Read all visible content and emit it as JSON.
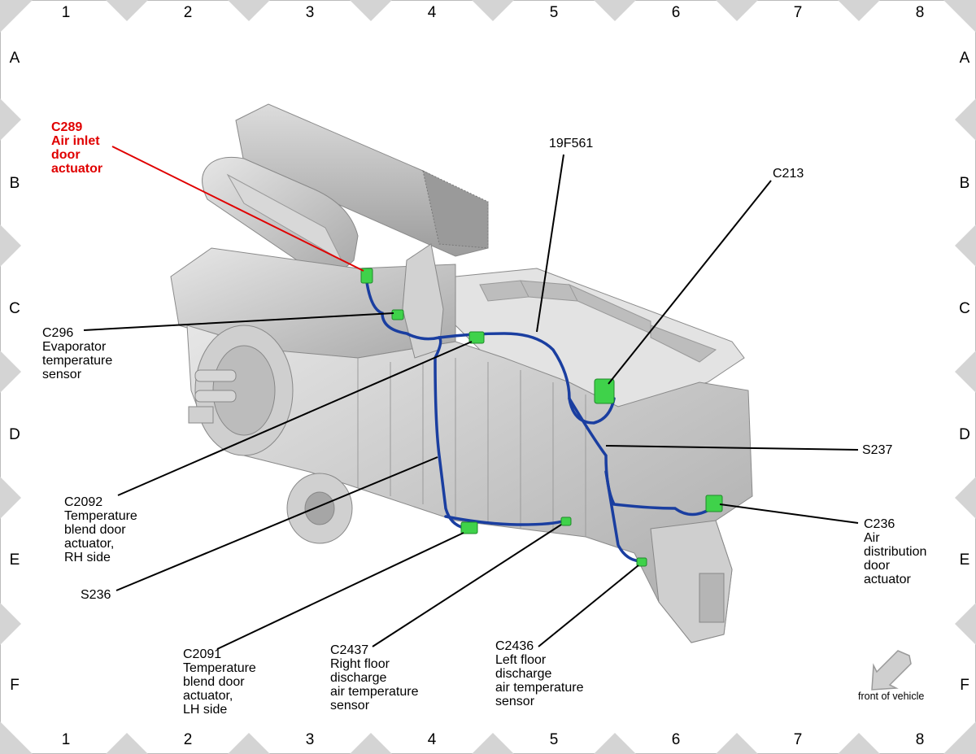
{
  "grid": {
    "columns": [
      "1",
      "2",
      "3",
      "4",
      "5",
      "6",
      "7",
      "8"
    ],
    "rows": [
      "A",
      "B",
      "C",
      "D",
      "E",
      "F"
    ]
  },
  "callouts": [
    {
      "id": "c289",
      "lines": [
        "C289",
        "Air inlet",
        "door",
        "actuator"
      ],
      "highlight": true
    },
    {
      "id": "19f561",
      "lines": [
        "19F561"
      ]
    },
    {
      "id": "c213",
      "lines": [
        "C213"
      ]
    },
    {
      "id": "c296",
      "lines": [
        "C296",
        "Evaporator",
        "temperature",
        "sensor"
      ]
    },
    {
      "id": "s237",
      "lines": [
        "S237"
      ]
    },
    {
      "id": "c2092",
      "lines": [
        "C2092",
        "Temperature",
        "blend door",
        "actuator,",
        "RH side"
      ]
    },
    {
      "id": "c236",
      "lines": [
        "C236",
        "Air",
        "distribution",
        "door",
        "actuator"
      ]
    },
    {
      "id": "s236",
      "lines": [
        "S236"
      ]
    },
    {
      "id": "c2091",
      "lines": [
        "C2091",
        "Temperature",
        "blend door",
        "actuator,",
        "LH side"
      ]
    },
    {
      "id": "c2437",
      "lines": [
        "C2437",
        "Right floor",
        "discharge",
        "air temperature",
        "sensor"
      ]
    },
    {
      "id": "c2436",
      "lines": [
        "C2436",
        "Left floor",
        "discharge",
        "air temperature",
        "sensor"
      ]
    }
  ],
  "orientation": {
    "label": "front of vehicle"
  },
  "colors": {
    "highlight": "#e00000",
    "wire": "#1a3ea0",
    "connector": "#3fd24a",
    "housing": "#c9c9c9",
    "border_marker": "#d4d4d4"
  }
}
